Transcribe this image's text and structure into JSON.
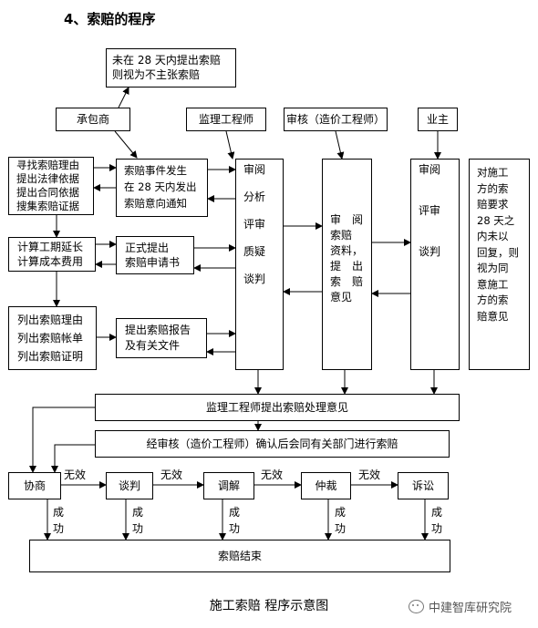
{
  "heading": "4、索赔的程序",
  "nodes": {
    "not_within_28": "未在 28 天内提出索赔\n则视为不主张索赔",
    "contractor": "承包商",
    "supervisor": "监理工程师",
    "auditor": "审核（造价工程师）",
    "owner": "业主",
    "find_basis": "寻找索赔理由\n提出法律依据\n提出合同依据\n搜集索赔证据",
    "event_notice": "索赔事件发生\n在 28 天内发出\n索赔意向通知",
    "calc_cost": "计算工期延长\n计算成本费用",
    "formal_request": "正式提出\n索赔申请书",
    "list_items": "列出索赔理由\n列出索赔帐单\n列出索赔证明",
    "submit_report": "提出索赔报告\n及有关文件",
    "supervisor_review": "审阅\n\n分析\n\n评审\n\n质疑\n\n谈判",
    "audit_review": "审　阅\n索赔\n资料，\n提　出\n索　赔\n意见",
    "owner_review": "审阅\n\n\n评审\n\n\n谈判",
    "owner_note": "对施工\n方的索\n赔要求\n28 天之\n内未以\n回复，则\n视为同\n意施工\n方的索\n赔意见",
    "supervisor_opinion": "监理工程师提出索赔处理意见",
    "confirm": "经审核（造价工程师）确认后会同有关部门进行索赔",
    "negotiate": "协商",
    "talk": "谈判",
    "mediate": "调解",
    "arbitrate": "仲裁",
    "litigate": "诉讼",
    "end": "索赔结束"
  },
  "edge_labels": {
    "invalid": "无效",
    "success": "成\n功"
  },
  "caption": "施工索赔 程序示意图",
  "watermark": "中建智库研究院"
}
